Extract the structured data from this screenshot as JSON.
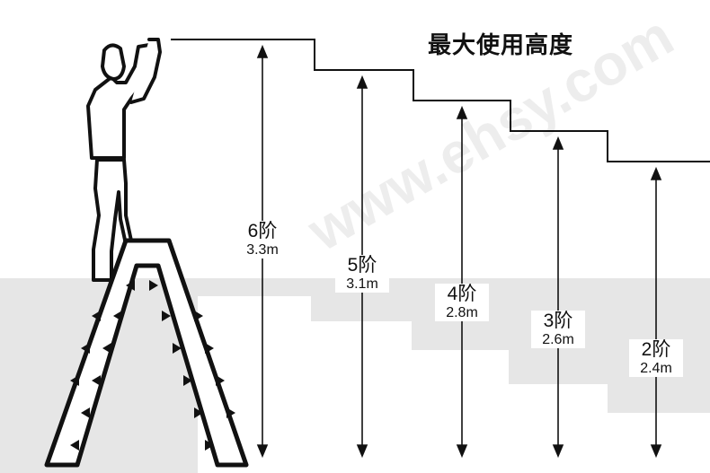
{
  "title": "最大使用高度",
  "watermark": "www.ehsy.com",
  "steps": [
    {
      "step": "6阶",
      "height": "3.3m"
    },
    {
      "step": "5阶",
      "height": "3.1m"
    },
    {
      "step": "4阶",
      "height": "2.8m"
    },
    {
      "step": "3阶",
      "height": "2.6m"
    },
    {
      "step": "2阶",
      "height": "2.4m"
    }
  ],
  "colors": {
    "ink": "#111111",
    "floor_band": "#e6e6e6",
    "background": "#ffffff"
  }
}
